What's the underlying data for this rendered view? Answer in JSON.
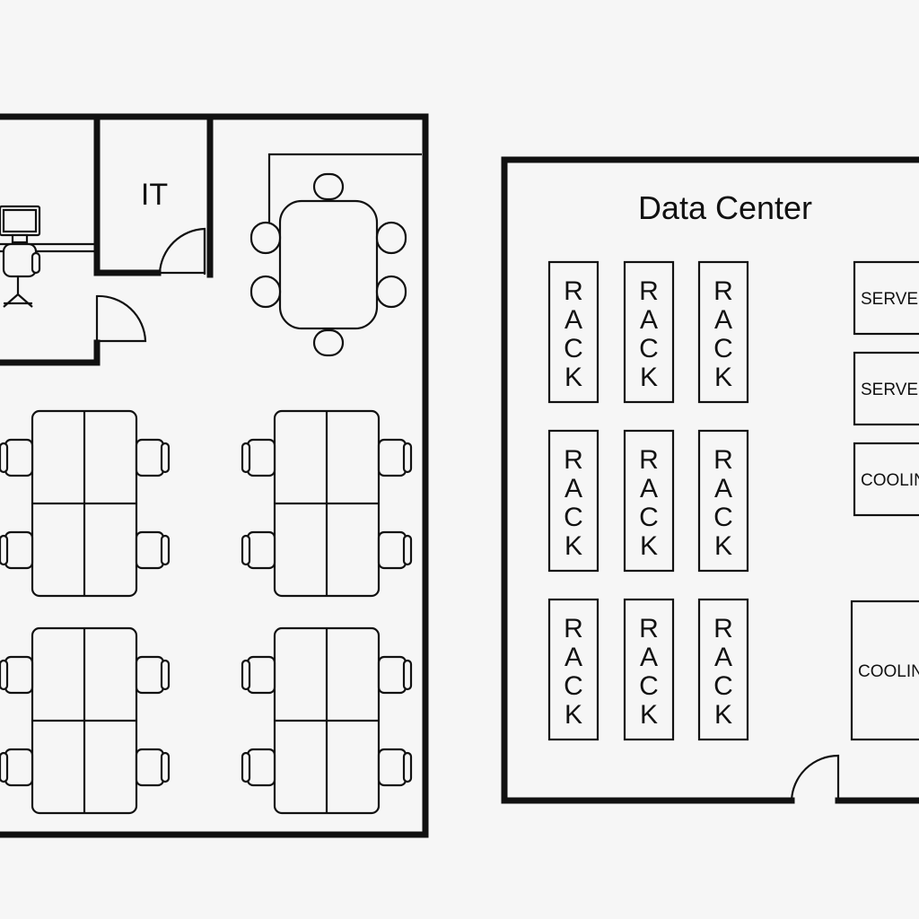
{
  "office": {
    "it_room_label": "IT"
  },
  "data_center": {
    "title": "Data Center",
    "racks": [
      {
        "label": "RACK"
      },
      {
        "label": "RACK"
      },
      {
        "label": "RACK"
      },
      {
        "label": "RACK"
      },
      {
        "label": "RACK"
      },
      {
        "label": "RACK"
      },
      {
        "label": "RACK"
      },
      {
        "label": "RACK"
      },
      {
        "label": "RACK"
      }
    ],
    "side_units": [
      {
        "label": "SERVER"
      },
      {
        "label": "SERVER"
      },
      {
        "label": "COOLING"
      },
      {
        "label": "COOLING"
      }
    ]
  },
  "colors": {
    "line": "#111111",
    "background": "#f6f6f6"
  }
}
